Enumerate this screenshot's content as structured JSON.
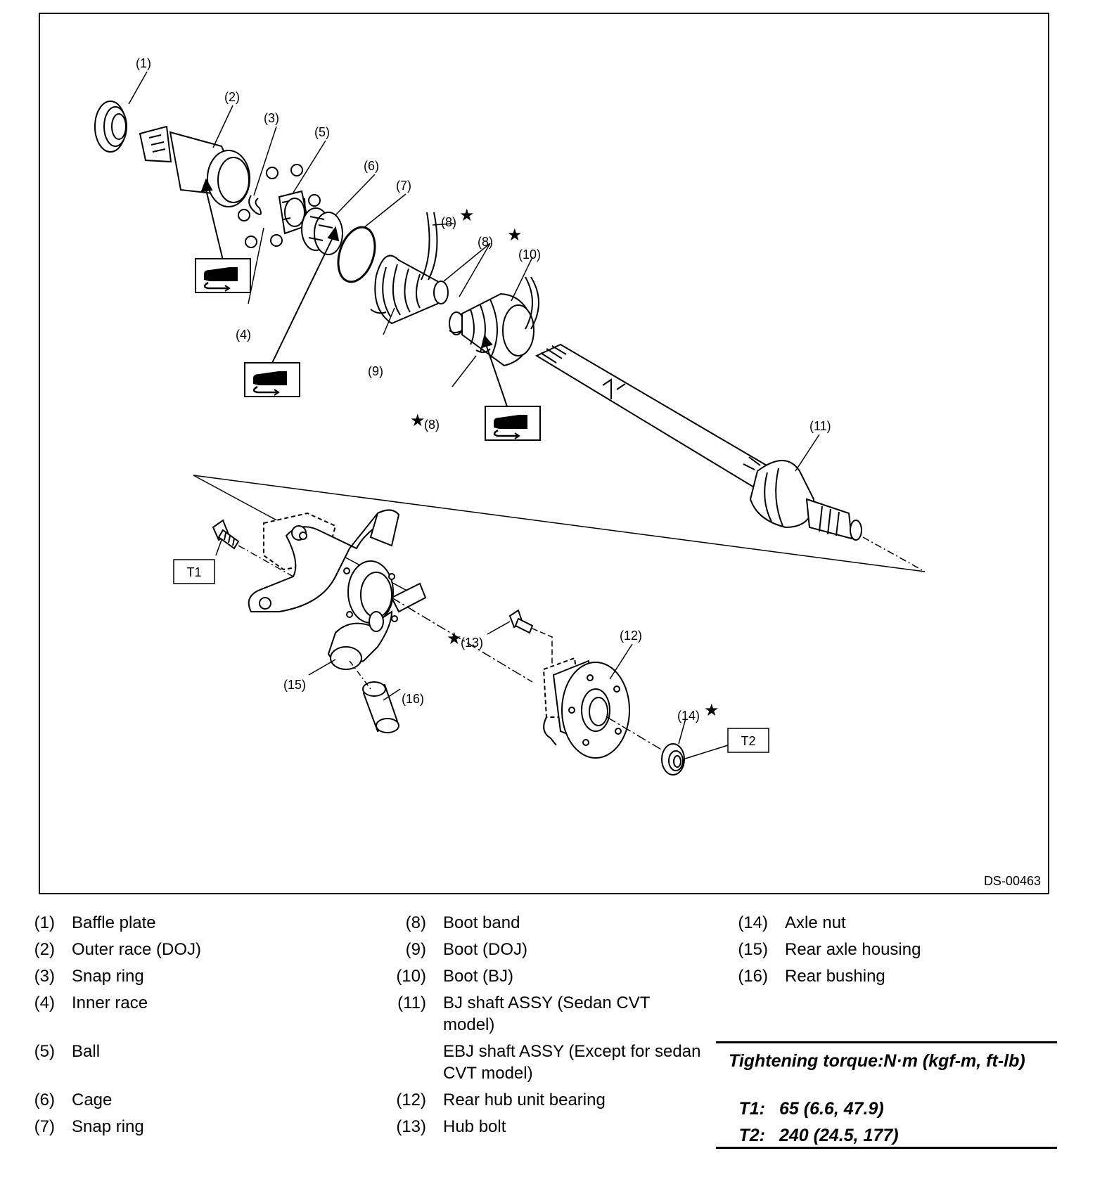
{
  "figure": {
    "code": "DS-00463",
    "callouts": {
      "c1": "(1)",
      "c2": "(2)",
      "c3": "(3)",
      "c4": "(4)",
      "c5": "(5)",
      "c6": "(6)",
      "c7": "(7)",
      "c8a": "(8)",
      "c8b": "(8)",
      "c8c": "(8)",
      "c9": "(9)",
      "c10": "(10)",
      "c11": "(11)",
      "c12": "(12)",
      "c13": "(13)",
      "c14": "(14)",
      "c15": "(15)",
      "c16": "(16)",
      "t1": "T1",
      "t2": "T2"
    },
    "star_symbol": "★",
    "grease_icon": "grease-application-icon"
  },
  "legend": {
    "col1": [
      {
        "num": "(1)",
        "text": "Baffle plate"
      },
      {
        "num": "(2)",
        "text": "Outer race (DOJ)"
      },
      {
        "num": "(3)",
        "text": "Snap ring"
      },
      {
        "num": "(4)",
        "text": "Inner race"
      },
      {
        "num": "(5)",
        "text": "Ball"
      },
      {
        "num": "(6)",
        "text": "Cage"
      },
      {
        "num": "(7)",
        "text": "Snap ring"
      }
    ],
    "col2": [
      {
        "num": "(8)",
        "text": "Boot band"
      },
      {
        "num": "(9)",
        "text": "Boot (DOJ)"
      },
      {
        "num": "(10)",
        "text": "Boot (BJ)"
      },
      {
        "num": "(11)",
        "text": "BJ shaft ASSY (Sedan CVT",
        "text2": "model)"
      },
      {
        "num": "",
        "text": "EBJ shaft ASSY (Except for sedan",
        "text2": "CVT model)"
      },
      {
        "num": "(12)",
        "text": "Rear hub unit bearing"
      },
      {
        "num": "(13)",
        "text": "Hub bolt"
      }
    ],
    "col3": [
      {
        "num": "(14)",
        "text": "Axle nut"
      },
      {
        "num": "(15)",
        "text": "Rear axle housing"
      },
      {
        "num": "(16)",
        "text": "Rear bushing"
      }
    ]
  },
  "torque": {
    "heading": "Tightening torque:N·m (kgf-m, ft-lb)",
    "rows": [
      {
        "key": "T1:",
        "value": "65 (6.6, 47.9)"
      },
      {
        "key": "T2:",
        "value": "240 (24.5, 177)"
      }
    ]
  }
}
